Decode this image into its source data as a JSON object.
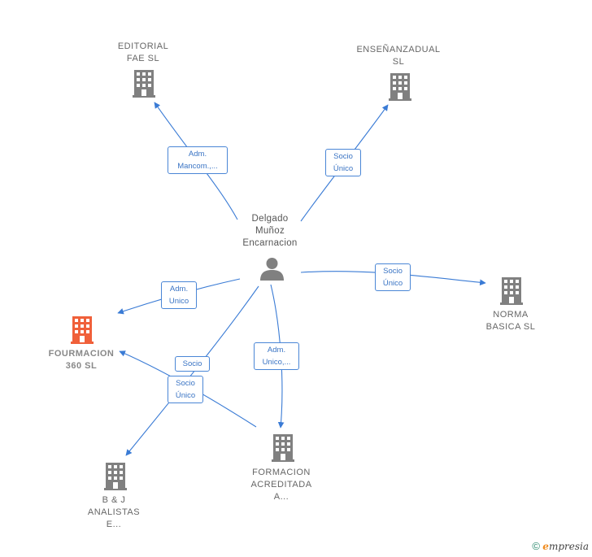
{
  "colors": {
    "edge": "#3a7bd5",
    "building": "#808080",
    "building_highlight": "#f0603a",
    "person": "#808080"
  },
  "nodes": {
    "person": {
      "label": "Delgado\nMuñoz\nEncarnacion",
      "icon": "person-icon"
    },
    "editorial": {
      "label": "EDITORIAL\nFAE  SL",
      "icon": "building-icon"
    },
    "ensenanzadual": {
      "label": "ENSEÑANZADUAL\nSL",
      "icon": "building-icon"
    },
    "norma": {
      "label": "NORMA\nBASICA  SL",
      "icon": "building-icon"
    },
    "fourmacion": {
      "label": "FOURMACION\n360  SL",
      "icon": "building-icon"
    },
    "formacion": {
      "label": "FORMACION\nACREDITADA\nA...",
      "icon": "building-icon"
    },
    "bj": {
      "label": "B & J\nANALISTAS\nE...",
      "icon": "building-icon"
    }
  },
  "edges": {
    "editorial": "Adm.\nMancom.,...",
    "ensenanzadual": "Socio\nÚnico",
    "norma": "Socio\nÚnico",
    "fourmacion": "Adm.\nUnico",
    "formacion": "Adm.\nUnico,...",
    "socio": "Socio",
    "bj": "Socio\nÚnico"
  },
  "footer": {
    "copyright": "©",
    "brand_e": "e",
    "brand_rest": "mpresia"
  }
}
